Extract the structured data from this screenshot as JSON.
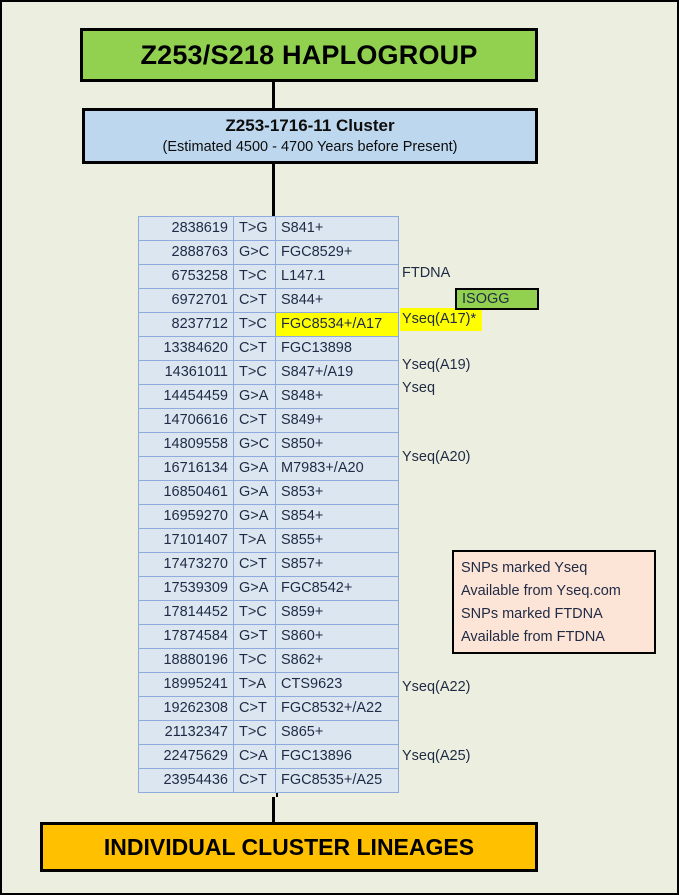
{
  "page": {
    "background_color": "#ecefdf",
    "border_color": "#000000"
  },
  "header": {
    "title": "Z253/S218 HAPLOGROUP",
    "background_color": "#92d050"
  },
  "cluster": {
    "title": "Z253-1716-11 Cluster",
    "subtitle": "(Estimated 4500 - 4700 Years before Present)",
    "background_color": "#bdd7ee"
  },
  "isogg_badge": {
    "label": "ISOGG",
    "background_color": "#92d050"
  },
  "snp_table": {
    "row_background_color": "#dce6f1",
    "highlight_color": "#ffff00",
    "rows": [
      {
        "position": "2838619",
        "mutation": "T>G",
        "snp": "S841+",
        "annotation": "",
        "highlight": false
      },
      {
        "position": "2888763",
        "mutation": "G>C",
        "snp": "FGC8529+",
        "annotation": "",
        "highlight": false
      },
      {
        "position": "6753258",
        "mutation": "T>C",
        "snp": "L147.1",
        "annotation": "FTDNA",
        "highlight": false
      },
      {
        "position": "6972701",
        "mutation": "C>T",
        "snp": "S844+",
        "annotation": "",
        "highlight": false
      },
      {
        "position": "8237712",
        "mutation": "T>C",
        "snp": "FGC8534+/A17",
        "annotation": "Yseq(A17)*",
        "highlight": true
      },
      {
        "position": "13384620",
        "mutation": "C>T",
        "snp": "FGC13898",
        "annotation": "",
        "highlight": false
      },
      {
        "position": "14361011",
        "mutation": "T>C",
        "snp": "S847+/A19",
        "annotation": "Yseq(A19)",
        "highlight": false
      },
      {
        "position": "14454459",
        "mutation": "G>A",
        "snp": "S848+",
        "annotation": "Yseq",
        "highlight": false
      },
      {
        "position": "14706616",
        "mutation": "C>T",
        "snp": "S849+",
        "annotation": "",
        "highlight": false
      },
      {
        "position": "14809558",
        "mutation": "G>C",
        "snp": "S850+",
        "annotation": "",
        "highlight": false
      },
      {
        "position": "16716134",
        "mutation": "G>A",
        "snp": "M7983+/A20",
        "annotation": "Yseq(A20)",
        "highlight": false
      },
      {
        "position": "16850461",
        "mutation": "G>A",
        "snp": "S853+",
        "annotation": "",
        "highlight": false
      },
      {
        "position": "16959270",
        "mutation": "G>A",
        "snp": "S854+",
        "annotation": "",
        "highlight": false
      },
      {
        "position": "17101407",
        "mutation": "T>A",
        "snp": "S855+",
        "annotation": "",
        "highlight": false
      },
      {
        "position": "17473270",
        "mutation": "C>T",
        "snp": "S857+",
        "annotation": "",
        "highlight": false
      },
      {
        "position": "17539309",
        "mutation": "G>A",
        "snp": "FGC8542+",
        "annotation": "",
        "highlight": false
      },
      {
        "position": "17814452",
        "mutation": "T>C",
        "snp": "S859+",
        "annotation": "",
        "highlight": false
      },
      {
        "position": "17874584",
        "mutation": "G>T",
        "snp": "S860+",
        "annotation": "",
        "highlight": false
      },
      {
        "position": "18880196",
        "mutation": "T>C",
        "snp": "S862+",
        "annotation": "",
        "highlight": false
      },
      {
        "position": "18995241",
        "mutation": "T>A",
        "snp": "CTS9623",
        "annotation": "",
        "highlight": false
      },
      {
        "position": "19262308",
        "mutation": "C>T",
        "snp": "FGC8532+/A22",
        "annotation": "Yseq(A22)",
        "highlight": false
      },
      {
        "position": "21132347",
        "mutation": "T>C",
        "snp": "S865+",
        "annotation": "",
        "highlight": false
      },
      {
        "position": "22475629",
        "mutation": "C>A",
        "snp": "FGC13896",
        "annotation": "",
        "highlight": false
      },
      {
        "position": "23954436",
        "mutation": "C>T",
        "snp": "FGC8535+/A25",
        "annotation": "Yseq(A25)",
        "highlight": false
      }
    ]
  },
  "legend": {
    "background_color": "#fce4d6",
    "lines": [
      "SNPs marked Yseq",
      "Available from Yseq.com",
      "SNPs marked FTDNA",
      "Available from FTDNA"
    ]
  },
  "footer": {
    "title": "INDIVIDUAL CLUSTER LINEAGES",
    "background_color": "#ffc000"
  }
}
